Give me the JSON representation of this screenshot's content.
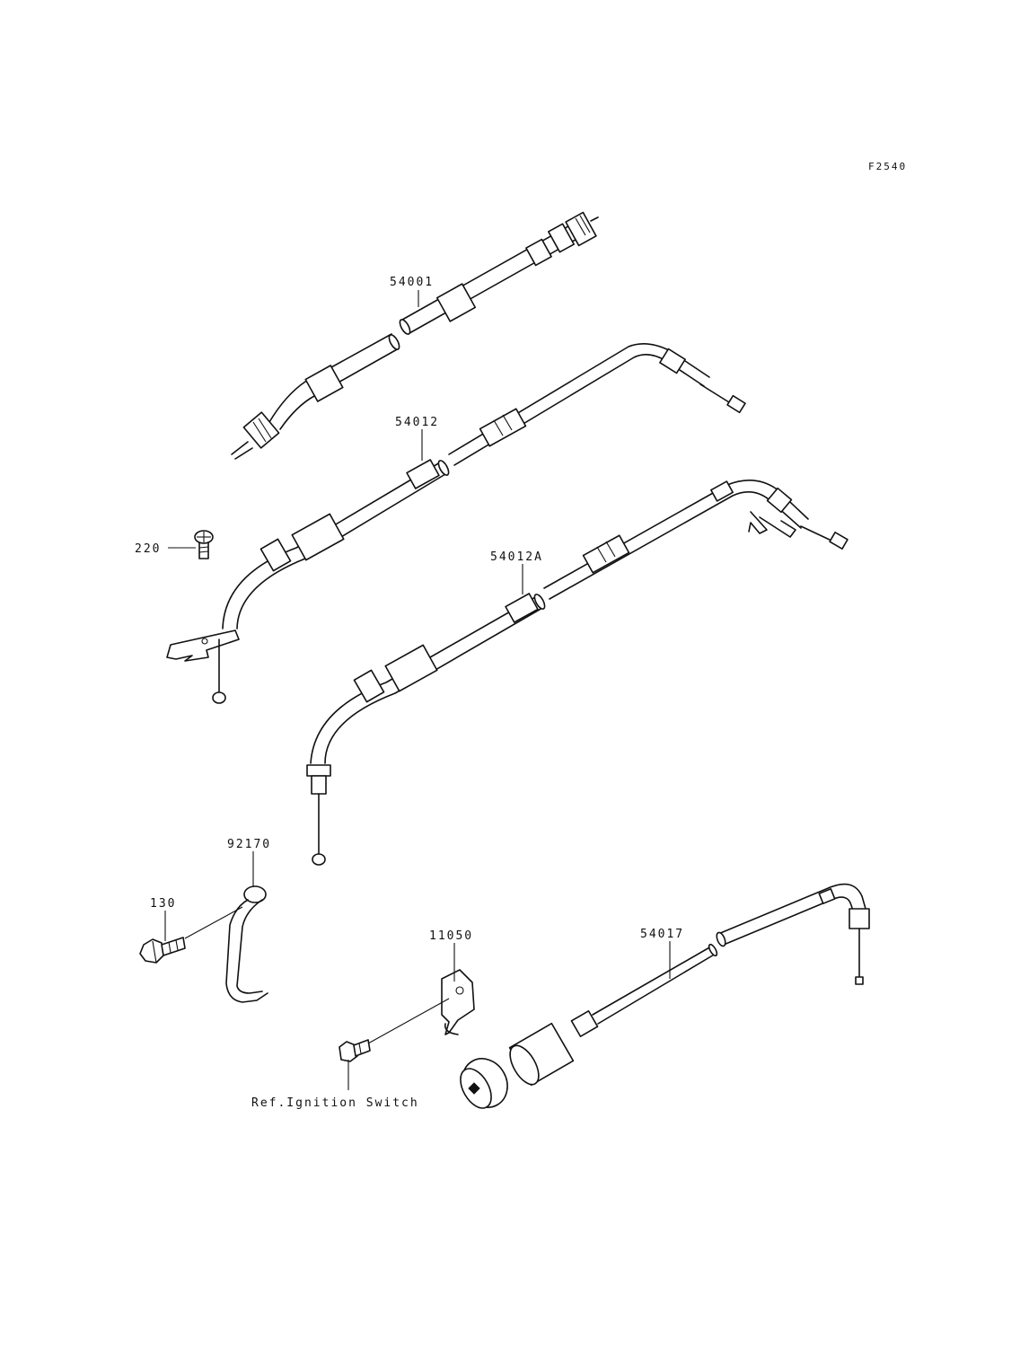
{
  "figure_code": "F2540",
  "callouts": {
    "p54001": "54001",
    "p54012": "54012",
    "p220": "220",
    "p54012a": "54012A",
    "p92170": "92170",
    "p130": "130",
    "p11050": "11050",
    "p54017": "54017",
    "ref_ignition": "Ref.Ignition Switch"
  }
}
